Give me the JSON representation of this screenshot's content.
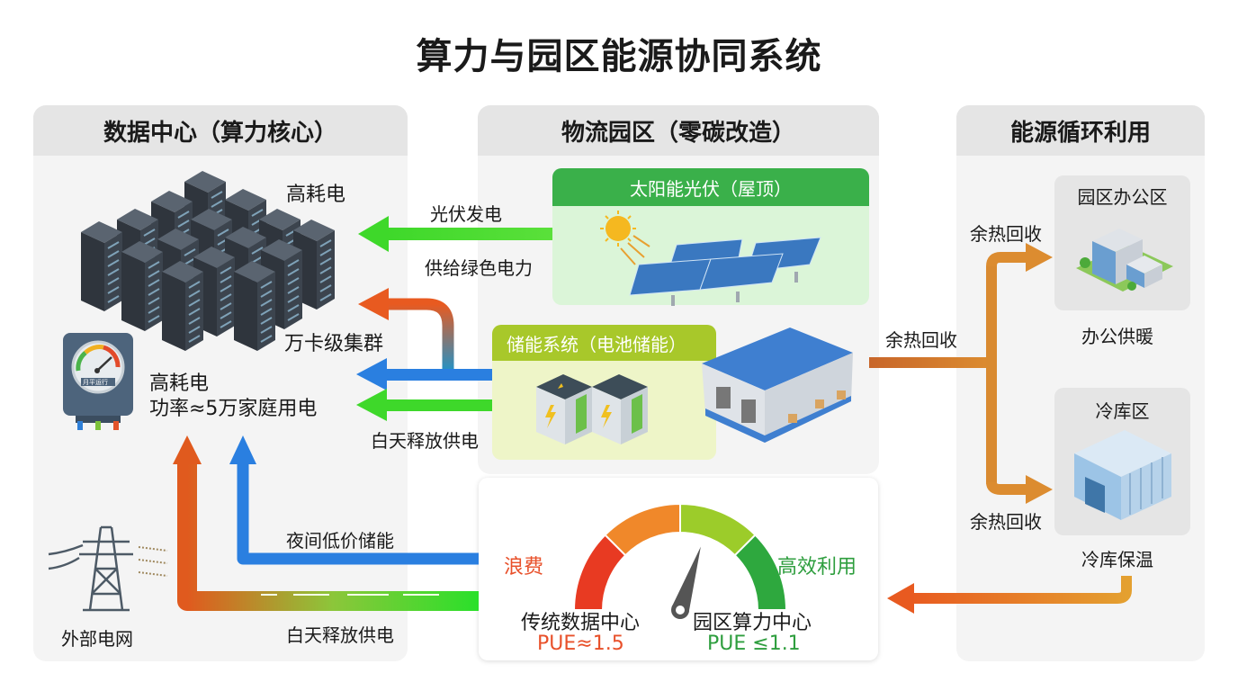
{
  "title": "算力与园区能源协同系统",
  "panels": {
    "datacenter": {
      "header": "数据中心（算力核心）",
      "server_label": "高耗电",
      "cluster_label": "万卡级集群",
      "meter_label_line1": "高耗电",
      "meter_label_line2": "功率≈5万家庭用电",
      "meter_plate": "月平运行",
      "grid_label": "外部电网"
    },
    "park": {
      "header": "物流园区（零碳改造）",
      "solar": {
        "header": "太阳能光伏（屋顶）"
      },
      "storage": {
        "header": "储能系统（电池储能）"
      }
    },
    "recycle": {
      "header": "能源循环利用",
      "office": {
        "header": "园区办公区",
        "caption": "办公供暖"
      },
      "coldstore": {
        "header": "冷库区",
        "caption": "冷库保温"
      }
    }
  },
  "flows": {
    "solar_top": "光伏发电",
    "solar_bottom": "供给绿色电力",
    "storage_day": "白天释放供电",
    "grid_night": "夜间低价储能",
    "grid_day": "白天释放供电",
    "heat_main": "余热回收",
    "heat_office": "余热回收",
    "heat_cold": "余热回收"
  },
  "gauge": {
    "left_label": "浪费",
    "right_label": "高效利用",
    "left_name": "传统数据中心",
    "left_pue": "PUE≈1.5",
    "right_name": "园区算力中心",
    "right_pue": "PUE ≤1.1",
    "needle_fraction": 0.6,
    "colors": {
      "waste": "#e8502a",
      "efficient": "#2e9e3e"
    }
  },
  "colors": {
    "green_arrow": "#3ed82a",
    "blue_arrow": "#2a7fe0",
    "orange_arrow": "#e85a20",
    "heat_arrow": "#d98a30",
    "solar_header": "#3ab04a",
    "storage_header": "#a8c82a"
  }
}
